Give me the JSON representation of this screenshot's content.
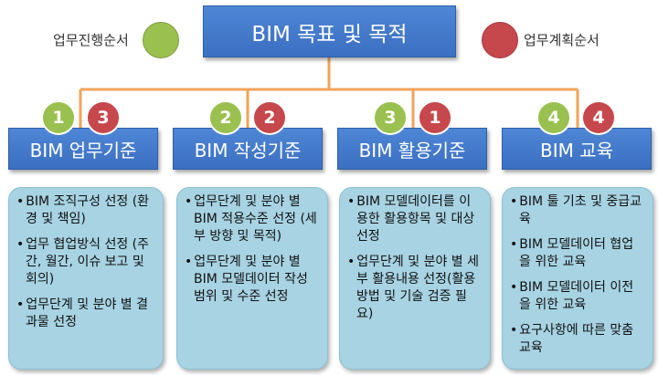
{
  "title": "BIM 목표 및 목적",
  "legend": {
    "left_label": "업무진행순서",
    "right_label": "업무계획순서",
    "green_color": "#9ac04f",
    "red_color": "#c6484c"
  },
  "columns": [
    {
      "heading": "BIM 업무기준",
      "progress_order": "1",
      "plan_order": "3",
      "items": [
        "BIM 조직구성 선정 (환경 및 책임)",
        "업무 협업방식 선정 (주간, 월간, 이슈 보고 및 회의)",
        "업무단계 및 분야 별 결과물 선정"
      ]
    },
    {
      "heading": "BIM 작성기준",
      "progress_order": "2",
      "plan_order": "2",
      "items": [
        "업무단계 및 분야 별 BIM 적용수준 선정 (세부 방향 및 목적)",
        "업무단계 및 분야 별 BIM 모델데이터 작성 범위 및 수준 선정"
      ]
    },
    {
      "heading": "BIM 활용기준",
      "progress_order": "3",
      "plan_order": "1",
      "items": [
        "BIM 모델데이터를 이용한 활용항목 및 대상 선정",
        "업무단계 및 분야 별 세부 활용내용 선정(활용방법 및 기술 검증 필요)"
      ]
    },
    {
      "heading": "BIM 교육",
      "progress_order": "4",
      "plan_order": "4",
      "items": [
        "BIM 툴 기초 및 중급교육",
        "BIM 모델데이터 협업을 위한 교육",
        "BIM 모델데이터 이전을 위한 교육",
        "요구사항에 따른 맞춤 교육"
      ]
    }
  ]
}
